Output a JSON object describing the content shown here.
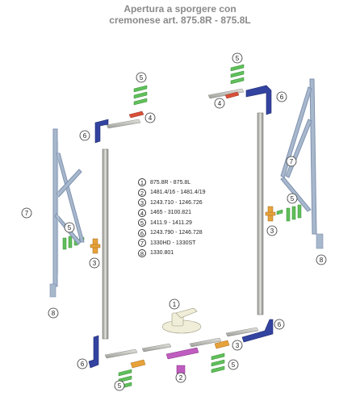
{
  "title": {
    "line1": "Apertura a sporgere con",
    "line2": "cremonese art. 875.8R - 875.8L"
  },
  "legend": [
    {
      "num": "1",
      "code": "875.8R - 875.8L"
    },
    {
      "num": "2",
      "code": "1481.4/16 - 1481.4/19"
    },
    {
      "num": "3",
      "code": "1243.710 - 1246.726"
    },
    {
      "num": "4",
      "code": "1465 - 3100.821"
    },
    {
      "num": "5",
      "code": "1411.9 - 1411.29"
    },
    {
      "num": "6",
      "code": "1243.790 - 1246.728"
    },
    {
      "num": "7",
      "code": "1330HD - 1330ST"
    },
    {
      "num": "8",
      "code": "1330.801"
    }
  ],
  "callouts": {
    "c5_top": "5",
    "c4_top": "4",
    "c6_topleft": "6",
    "c5_topright": "5",
    "c4_topright": "4",
    "c6_topright": "6",
    "c7_left": "7",
    "c5_left": "5",
    "c3_left": "3",
    "c8_left": "8",
    "c7_right": "7",
    "c5_right": "5",
    "c3_right": "3",
    "c8_right": "8",
    "c1_handle": "1",
    "c6_bottomright": "6",
    "c3_bottom": "3",
    "c5_bottomright": "5",
    "c6_bottomleft": "6",
    "c5_bottomleft": "5",
    "c2_bottom": "2"
  },
  "colors": {
    "frame": "#b5b5b0",
    "blue": "#3343a0",
    "green": "#5fc05a",
    "orange": "#e8a23a",
    "red": "#d8503a",
    "magenta": "#c05cc0",
    "steel": "#a8b8cc",
    "cream": "#f0eed8"
  }
}
